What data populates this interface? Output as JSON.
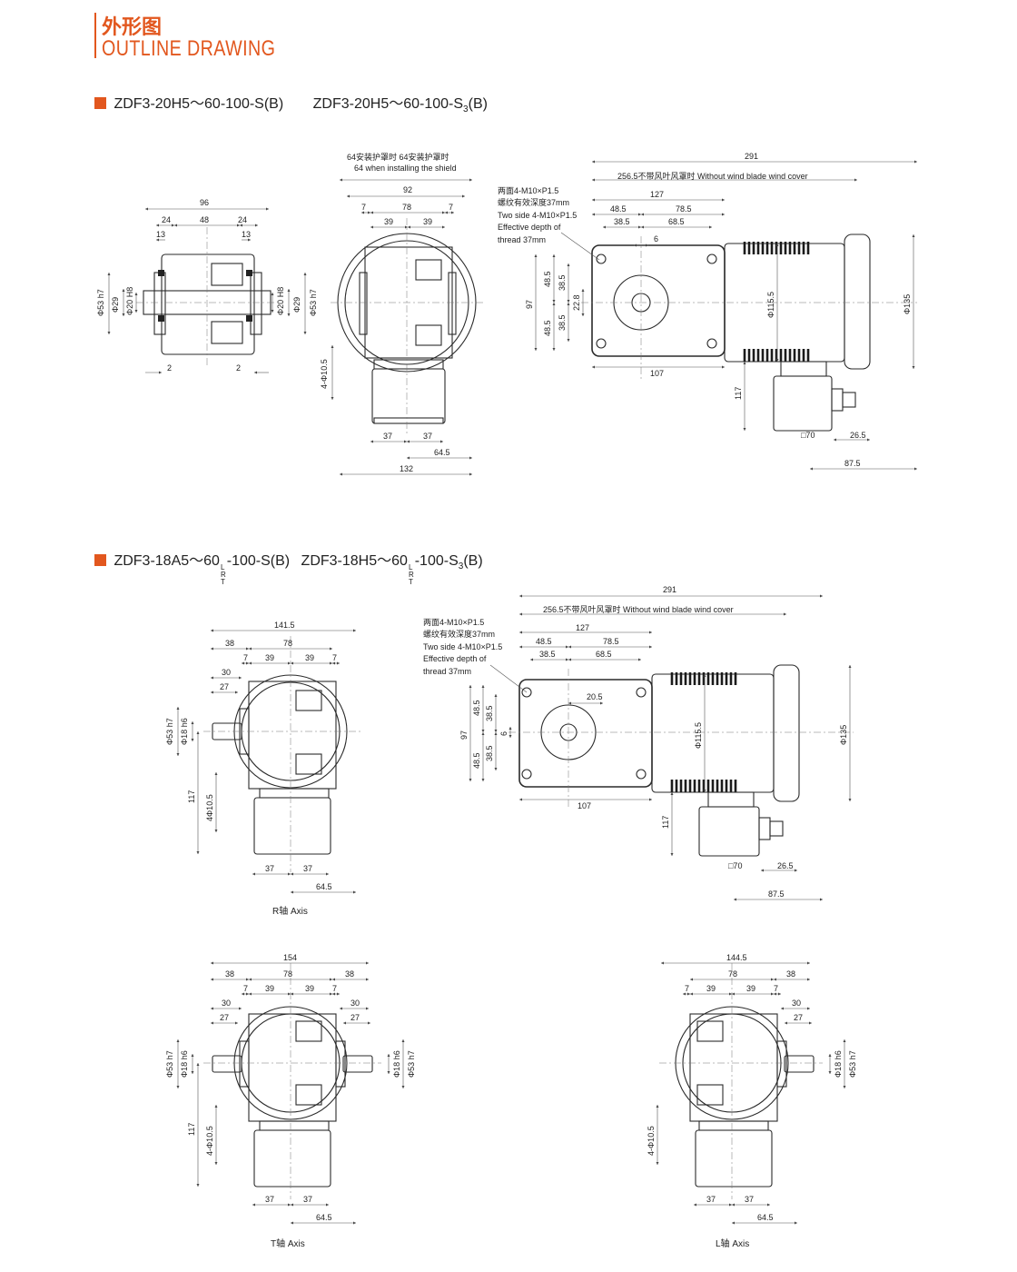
{
  "header": {
    "title_cn": "外形图",
    "title_en": "OUTLINE DRAWING"
  },
  "colors": {
    "accent": "#e2571e",
    "line": "#2a2a2a"
  },
  "section1": {
    "model_a": "ZDF3-20H5～60-100-S(B)",
    "model_b_pre": "ZDF3-20H5～60-100-S",
    "model_b_sub": "3",
    "model_b_post": "(B)"
  },
  "section2": {
    "a_pre": "ZDF3-18A5～60",
    "a_post": "-100-S(B)",
    "b_pre": "ZDF3-18H5～60",
    "b_post": "-100-S",
    "b_sub": "3",
    "b_end": "(B)",
    "stack": [
      "L",
      "R",
      "T"
    ]
  },
  "captions": {
    "r_axis": "R轴 Axis",
    "t_axis": "T轴 Axis",
    "l_axis": "L轴 Axis"
  },
  "dims": {
    "s1": {
      "d96": "96",
      "d24": "24",
      "d48": "48",
      "d13": "13",
      "d2": "2",
      "phi53": "Φ53 h7",
      "phi29": "Φ29",
      "phi20": "Φ20 H8",
      "shield_cn": "64安装护罩时  64安装护罩时",
      "shield_en": "64 when installing the shield",
      "d92": "92",
      "d7": "7",
      "d78": "78",
      "d39": "39",
      "d37": "37",
      "d645": "64.5",
      "d132": "132",
      "phi105": "4-Φ10.5",
      "d291": "291",
      "d2565": "256.5不带风叶风罩时 Without wind blade wind cover",
      "d127": "127",
      "d485": "48.5",
      "d785": "78.5",
      "d385": "38.5",
      "d685": "68.5",
      "d6": "6",
      "n1": "两面4-M10×P1.5",
      "n2": "螺纹有效深度37mm",
      "n3": "Two side 4-M10×P1.5",
      "n4": "Effective depth of",
      "n5": "thread 37mm",
      "d97": "97",
      "d228": "22.8",
      "d107": "107",
      "phi115": "Φ115.5",
      "phi135": "Φ135",
      "d117": "117",
      "sq70": "□70",
      "d265": "26.5",
      "d875": "87.5"
    },
    "s2": {
      "d1415": "141.5",
      "d38": "38",
      "d78": "78",
      "d7": "7",
      "d39": "39",
      "d30": "30",
      "d27": "27",
      "phi53": "Φ53 h7",
      "phi18": "Φ18 h6",
      "d117": "117",
      "phi105": "4Φ10.5",
      "phi105b": "4-Φ10.5",
      "d37": "37",
      "d645": "64.5",
      "d154": "154",
      "d1445": "144.5",
      "d291": "291",
      "d2565": "256.5不带风叶风罩时 Without wind blade wind cover",
      "d127": "127",
      "d485": "48.5",
      "d785": "78.5",
      "d385": "38.5",
      "d685": "68.5",
      "d205": "20.5",
      "d97": "97",
      "d6": "6",
      "d107": "107",
      "phi115": "Φ115.5",
      "phi135": "Φ135",
      "sq70": "□70",
      "d265": "26.5",
      "d875": "87.5",
      "n1": "两面4-M10×P1.5",
      "n2": "螺纹有效深度37mm",
      "n3": "Two side 4-M10×P1.5",
      "n4": "Effective depth of",
      "n5": "thread 37mm"
    }
  }
}
